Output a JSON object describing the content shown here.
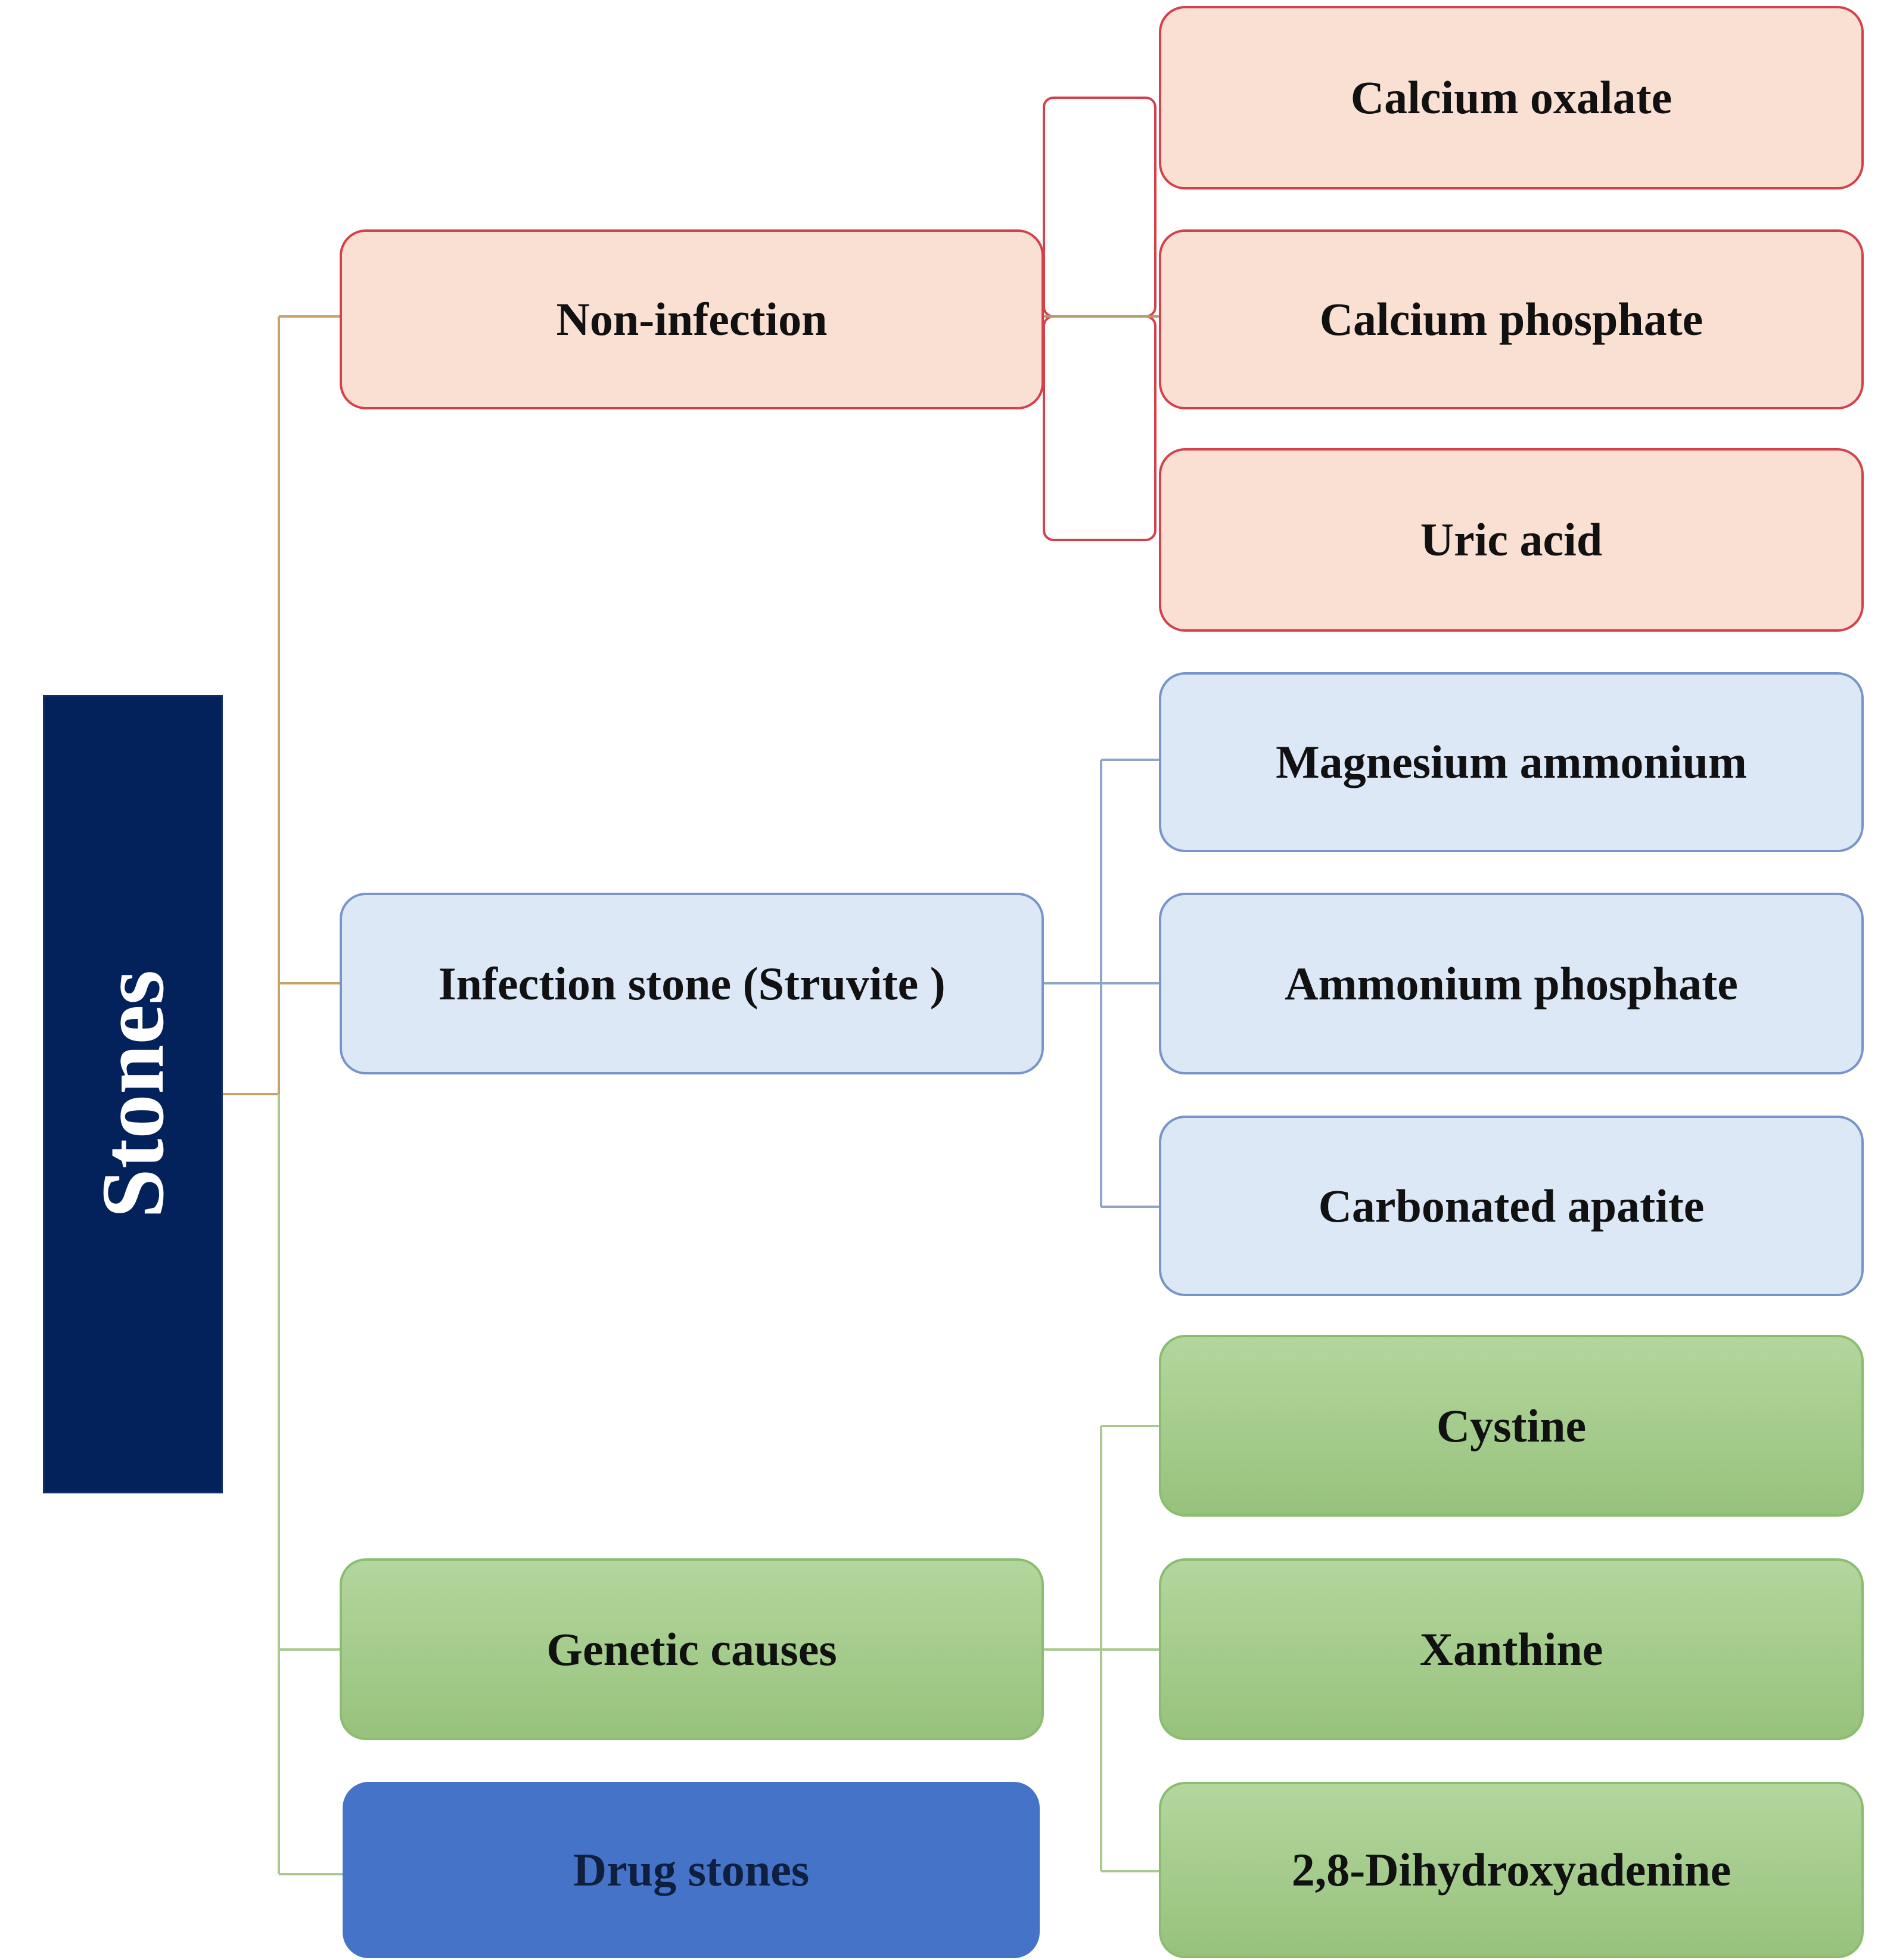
{
  "root": {
    "label": "Stones"
  },
  "colors": {
    "non_infection": "#f9e0d2",
    "non_infection_border": "#d6404a",
    "infection": "#dce8f6",
    "infection_border": "#7795c8",
    "genetic": "#a6cc8c",
    "genetic_border": "#8cbc70",
    "drug": "#4573c7",
    "root": "#03215a"
  },
  "categories": [
    {
      "label": "Non-infection",
      "children": [
        "Calcium oxalate",
        "Calcium phosphate",
        "Uric acid"
      ]
    },
    {
      "label": "Infection stone (Struvite )",
      "children": [
        "Magnesium ammonium",
        "Ammonium  phosphate",
        "Carbonated apatite"
      ]
    },
    {
      "label": "Genetic causes",
      "children": [
        "Cystine",
        "Xanthine",
        "2,8-Dihydroxyadenine"
      ]
    },
    {
      "label": "Drug stones",
      "children": []
    }
  ]
}
